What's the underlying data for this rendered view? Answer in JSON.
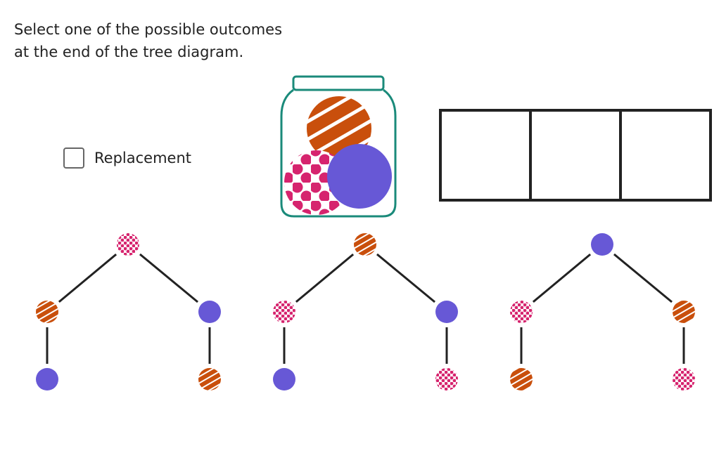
{
  "instructions": {
    "line1": "Select one of the possible outcomes",
    "line2": "at the end of the tree diagram."
  },
  "replacement": {
    "label": "Replacement",
    "checked": false
  },
  "colors": {
    "orange": "#c94f0c",
    "pink": "#d6246e",
    "purple": "#6758d6",
    "jar": "#1a8a7a",
    "line": "#222222"
  },
  "jar": {
    "balls": [
      "orange-striped",
      "pink-dotted",
      "purple-solid"
    ]
  },
  "slots": {
    "count": 3
  },
  "trees": [
    {
      "root": "pink-dotted",
      "left": [
        "orange-striped",
        "purple-solid"
      ],
      "right": [
        "purple-solid",
        "orange-striped"
      ]
    },
    {
      "root": "orange-striped",
      "left": [
        "pink-dotted",
        "purple-solid"
      ],
      "right": [
        "purple-solid",
        "pink-dotted"
      ]
    },
    {
      "root": "purple-solid",
      "left": [
        "pink-dotted",
        "orange-striped"
      ],
      "right": [
        "orange-striped",
        "pink-dotted"
      ]
    }
  ]
}
